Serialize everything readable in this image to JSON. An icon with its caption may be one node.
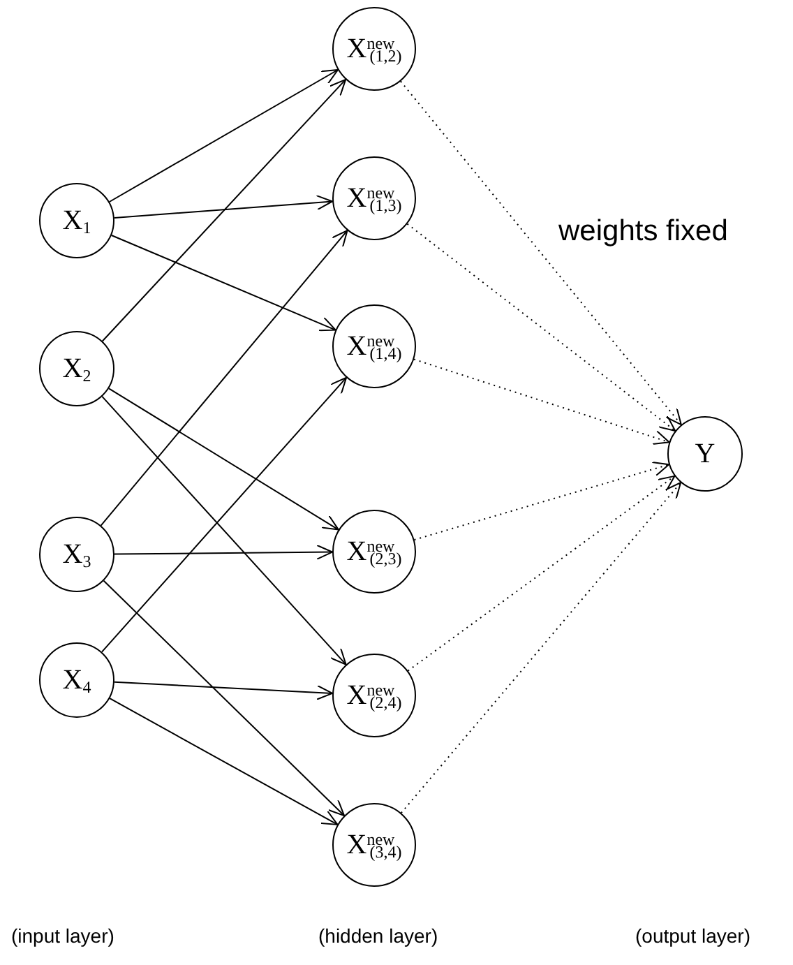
{
  "diagram": {
    "nodes": [
      {
        "text": [
          "X$_{1}$"
        ]
      },
      {
        "text": [
          "X$_{2}$"
        ]
      },
      {
        "text": [
          "X$_{3}$"
        ]
      },
      {
        "text": [
          "X$_{4}$"
        ]
      },
      {
        "text": [
          "X$^{new}$$_{(1,2)}$"
        ]
      },
      {
        "text": [
          "X$^{new}$$_{(1,3)}$"
        ]
      },
      {
        "text": [
          "X$^{new}$$_{(1,4)}$"
        ]
      },
      {
        "text": [
          "X$^{new}$$_{(2,3)}$"
        ]
      },
      {
        "text": [
          "X$^{new}$$_{(2,4)}$"
        ]
      },
      {
        "text": [
          "X$^{new}$$_{(3,4)}$"
        ]
      },
      {
        "text": [
          "Y"
        ]
      }
    ],
    "edges": [
      {
        "from": 0,
        "to": 4,
        "arrow": "to"
      },
      {
        "from": 0,
        "to": 5,
        "arrow": "to"
      },
      {
        "from": 0,
        "to": 6,
        "arrow": "to"
      },
      {
        "from": 1,
        "to": 4,
        "arrow": "to"
      },
      {
        "from": 1,
        "to": 7,
        "arrow": "to"
      },
      {
        "from": 1,
        "to": 8,
        "arrow": "to"
      },
      {
        "from": 2,
        "to": 5,
        "arrow": "to"
      },
      {
        "from": 2,
        "to": 7,
        "arrow": "to"
      },
      {
        "from": 2,
        "to": 9,
        "arrow": "to"
      },
      {
        "from": 3,
        "to": 6,
        "arrow": "to"
      },
      {
        "from": 3,
        "to": 8,
        "arrow": "to"
      },
      {
        "from": 3,
        "to": 9,
        "arrow": "to"
      },
      {
        "from": 4,
        "to": 10,
        "arrow": "to",
        "style": "dashed"
      },
      {
        "from": 5,
        "to": 10,
        "arrow": "to",
        "style": "dashed"
      },
      {
        "from": 6,
        "to": 10,
        "arrow": "to",
        "style": "dashed"
      },
      {
        "from": 7,
        "to": 10,
        "arrow": "to",
        "style": "dashed"
      },
      {
        "from": 8,
        "to": 10,
        "arrow": "to",
        "style": "dashed"
      },
      {
        "from": 9,
        "to": 10,
        "arrow": "to",
        "style": "dashed"
      }
    ],
    "labels": [
      "weights fixed",
      "(input layer)",
      "(hidden layer)",
      "(output layer)"
    ]
  }
}
